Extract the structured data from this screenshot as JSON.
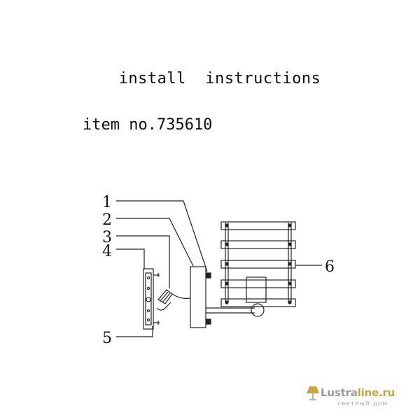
{
  "header": {
    "title": "install  instructions",
    "item_number": "item no.735610"
  },
  "diagram": {
    "callouts": [
      "1",
      "2",
      "3",
      "4",
      "5",
      "6"
    ],
    "line_color": "#222222"
  },
  "watermark": {
    "brand_part1": "Lustra",
    "brand_part2": "line.ru",
    "tagline": "светлый дом",
    "brand_color": "#9a9a9a",
    "accent_color": "#c9a445",
    "icon": "lamp-logo-icon"
  }
}
